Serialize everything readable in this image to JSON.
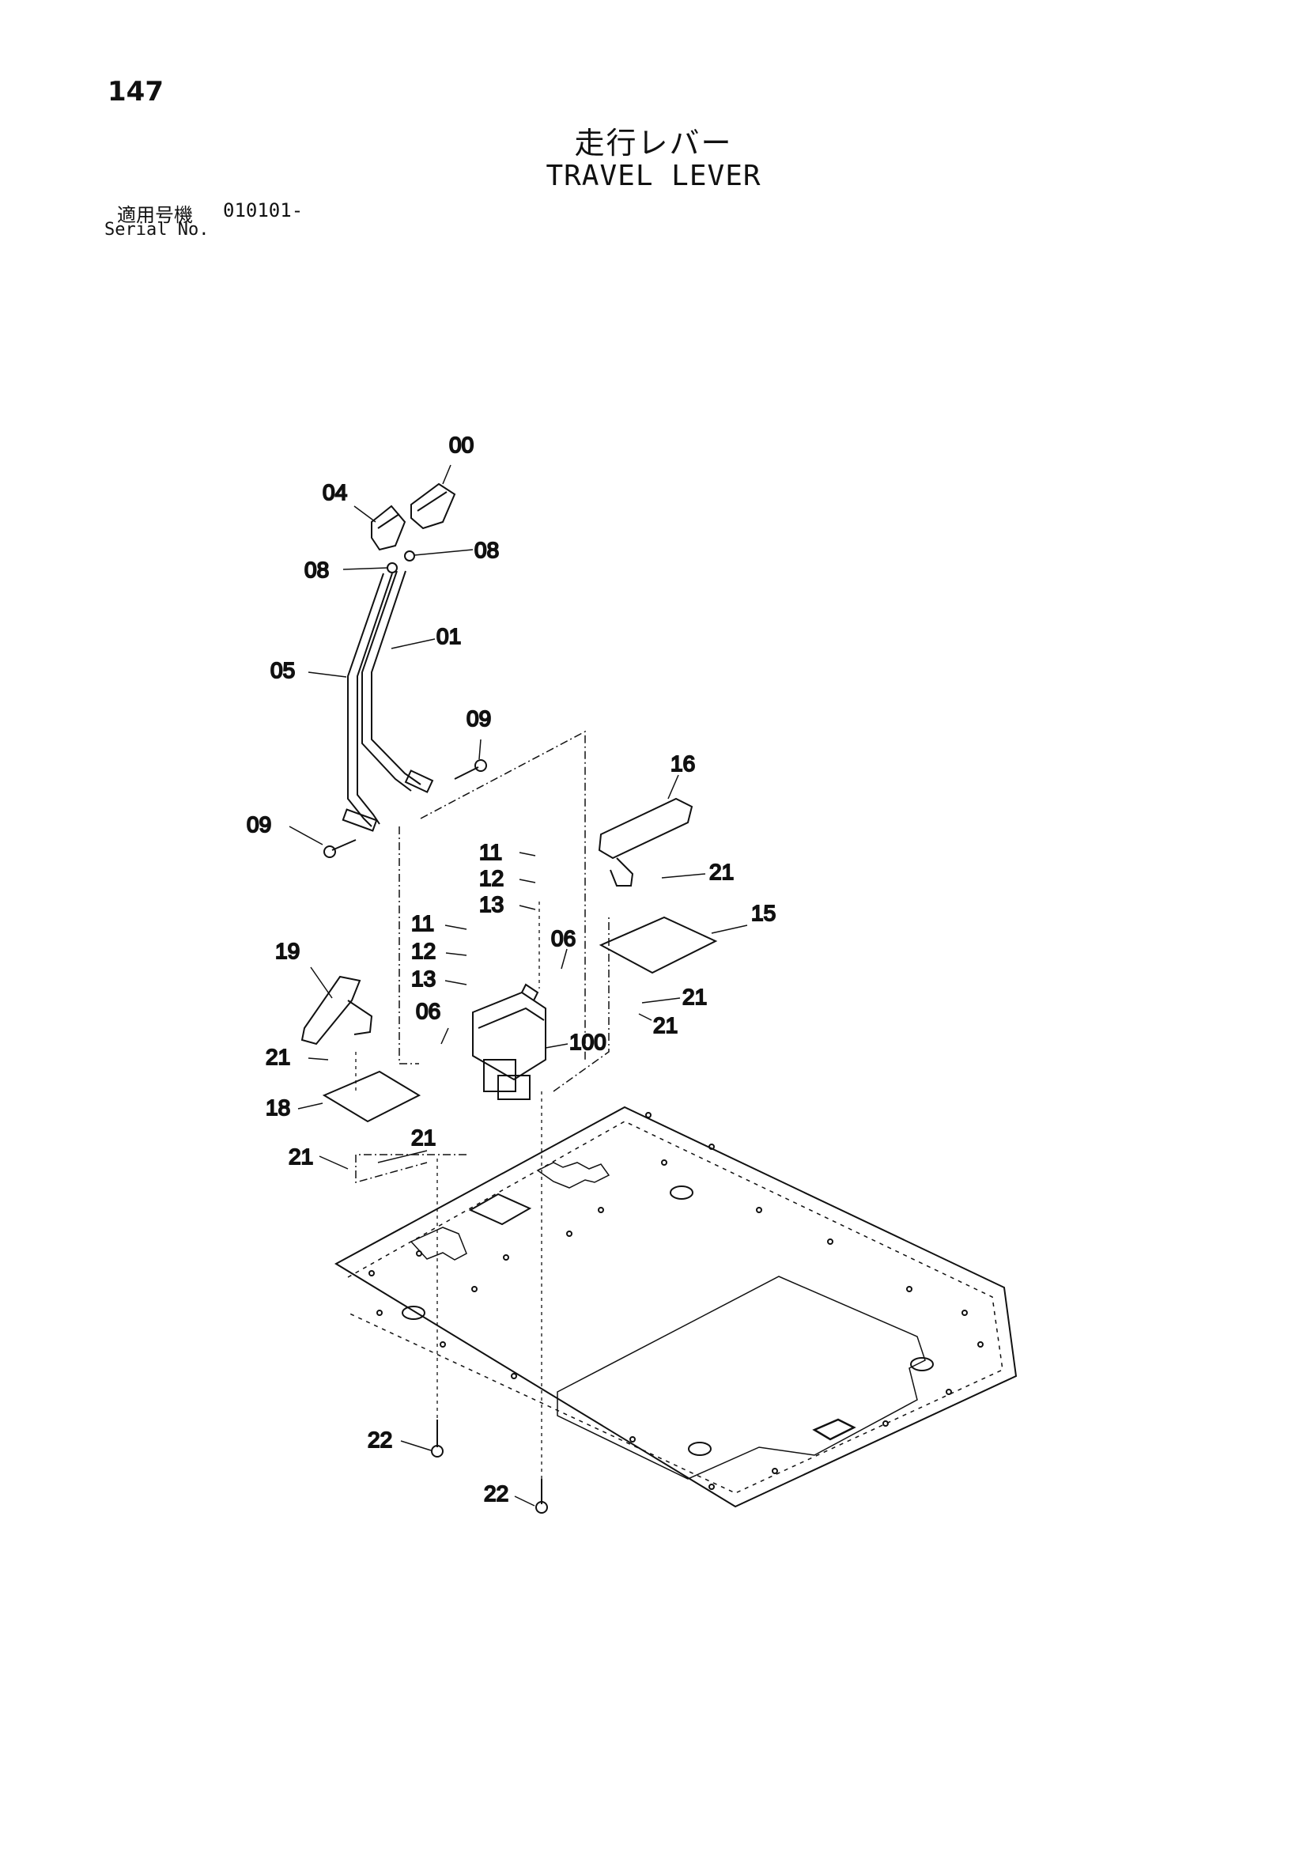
{
  "header": {
    "page_number": "147",
    "title_jp": "走行レバー",
    "title_en": "TRAVEL LEVER",
    "serial_label_jp": "適用号機",
    "serial_value": "010101-",
    "serial_label_en": "Serial No."
  },
  "callouts": {
    "c00": "00",
    "c04": "04",
    "c08_left": "08",
    "c08_right": "08",
    "c01": "01",
    "c05": "05",
    "c09_top": "09",
    "c09_left": "09",
    "c16": "16",
    "c11_a": "11",
    "c12_a": "12",
    "c13_a": "13",
    "c21_a": "21",
    "c15": "15",
    "c11_b": "11",
    "c06_a": "06",
    "c12_b": "12",
    "c19": "19",
    "c13_b": "13",
    "c21_b": "21",
    "c06_b": "06",
    "c21_c": "21",
    "c100": "100",
    "c21_d": "21",
    "c18": "18",
    "c21_e": "21",
    "c21_f": "21",
    "c22_a": "22",
    "c22_b": "22"
  }
}
